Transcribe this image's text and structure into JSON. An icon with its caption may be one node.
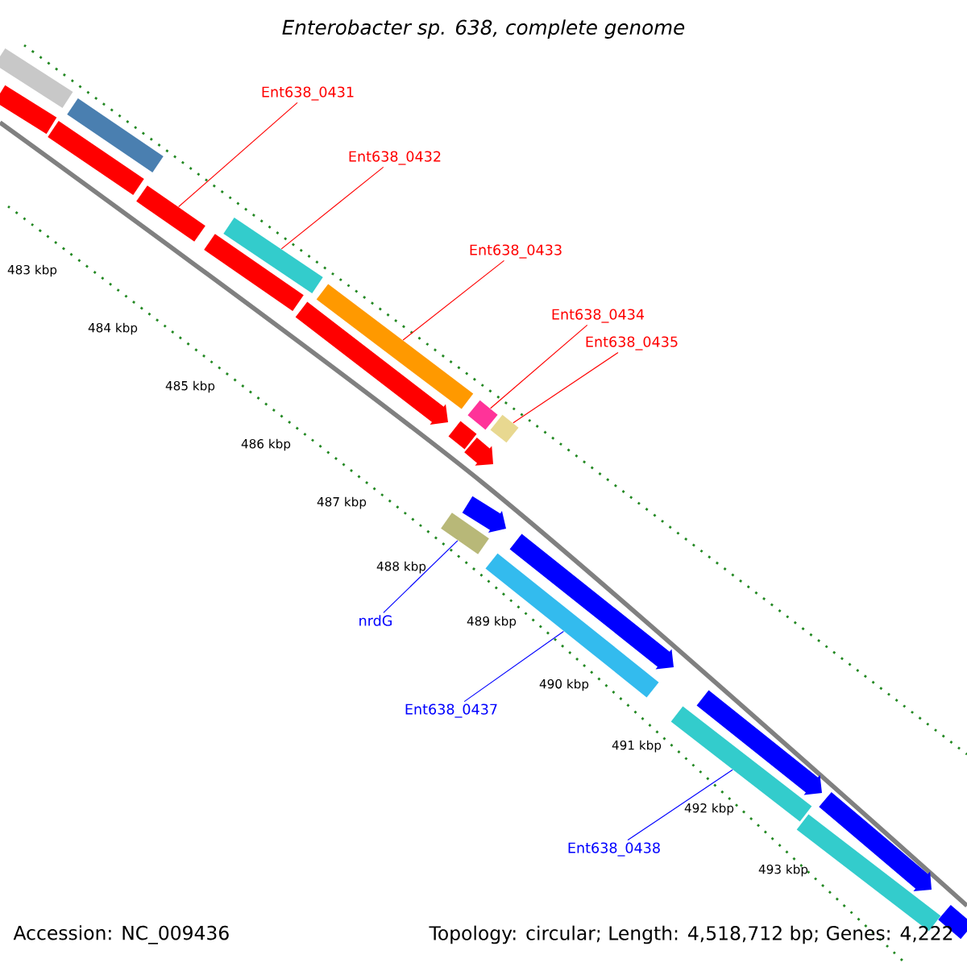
{
  "diagram": {
    "title": "Enterobacter sp. 638, complete genome",
    "nodes": [
      {
        "text": [
          "Ent638_0431"
        ]
      },
      {
        "text": [
          "Ent638_0432"
        ]
      },
      {
        "text": [
          "Ent638_0433"
        ]
      },
      {
        "text": [
          "Ent638_0434"
        ]
      },
      {
        "text": [
          "Ent638_0435"
        ]
      },
      {
        "text": [
          "nrdG"
        ]
      },
      {
        "text": [
          "Ent638_0437"
        ]
      },
      {
        "text": [
          "Ent638_0438"
        ]
      },
      {
        "text": [],
        "shape": "bar"
      },
      {
        "text": [],
        "shape": "bar"
      },
      {
        "text": [],
        "shape": "bar"
      },
      {
        "text": [],
        "shape": "bar"
      },
      {
        "text": [],
        "shape": "bar"
      },
      {
        "text": [],
        "shape": "bar"
      },
      {
        "text": [],
        "shape": "bar"
      },
      {
        "text": [],
        "shape": "bar"
      }
    ],
    "edges": [
      {
        "from": 0,
        "to": 8,
        "arrow": "none"
      },
      {
        "from": 1,
        "to": 9,
        "arrow": "none"
      },
      {
        "from": 2,
        "to": 10,
        "arrow": "none"
      },
      {
        "from": 3,
        "to": 11,
        "arrow": "none"
      },
      {
        "from": 4,
        "to": 12,
        "arrow": "none"
      },
      {
        "from": 5,
        "to": 13,
        "arrow": "none",
        "color": "#0000ff"
      },
      {
        "from": 6,
        "to": 14,
        "arrow": "none",
        "color": "#0000ff"
      },
      {
        "from": 7,
        "to": 15,
        "arrow": "none",
        "color": "#0000ff"
      }
    ],
    "labels": [
      "483 kbp",
      "484 kbp",
      "485 kbp",
      "486 kbp",
      "487 kbp",
      "488 kbp",
      "489 kbp",
      "490 kbp",
      "491 kbp",
      "492 kbp",
      "493 kbp",
      "Accession: NC_009436",
      "Topology: circular; Length: 4,518,712 bp; Genes: 4,222"
    ]
  }
}
